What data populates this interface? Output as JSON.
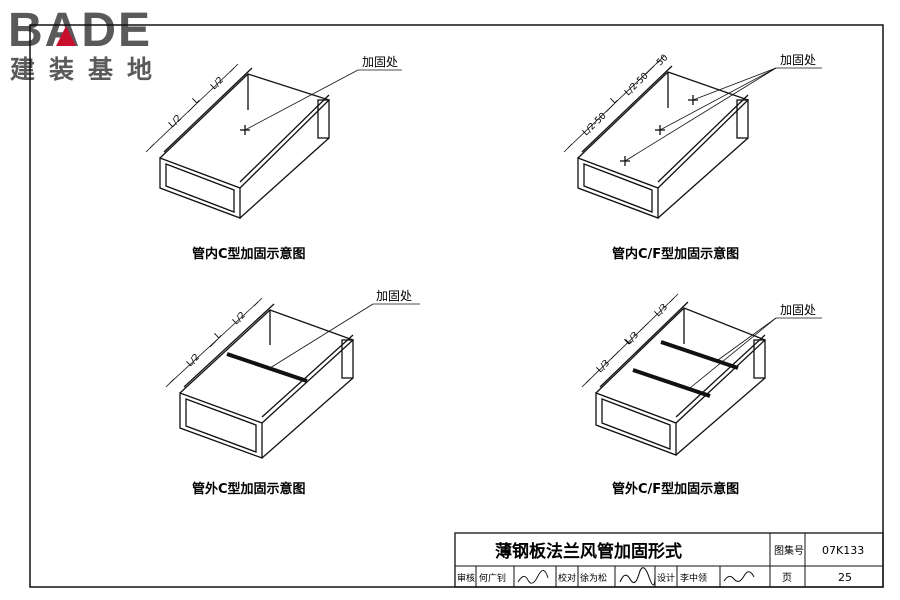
{
  "logo": {
    "brand": "BADE",
    "subtitle": "建装基地"
  },
  "figures": [
    {
      "caption": "管内C型加固示意图",
      "leader": "加固处",
      "dims": [
        "L",
        "L/2",
        "L/2"
      ]
    },
    {
      "caption": "管内C/F型加固示意图",
      "leader": "加固处",
      "dims": [
        "L",
        "L/2-50",
        "L/2-50",
        "50"
      ]
    },
    {
      "caption": "管外C型加固示意图",
      "leader": "加固处",
      "dims": [
        "L",
        "L/2",
        "L/2"
      ]
    },
    {
      "caption": "管外C/F型加固示意图",
      "leader": "加固处",
      "dims": [
        "L",
        "L/3",
        "L/3",
        "L/3"
      ]
    }
  ],
  "title_block": {
    "title": "薄钢板法兰风管加固形式",
    "atlas_label": "图集号",
    "atlas_no": "07K133",
    "page_label": "页",
    "page_no": "25",
    "sign_row": [
      "审核",
      "何广钊",
      "校对",
      "徐为松",
      "设计",
      "李中领"
    ]
  },
  "colors": {
    "logo_gray": "#5a5a5a",
    "logo_red": "#c8102e",
    "line": "#111111"
  }
}
